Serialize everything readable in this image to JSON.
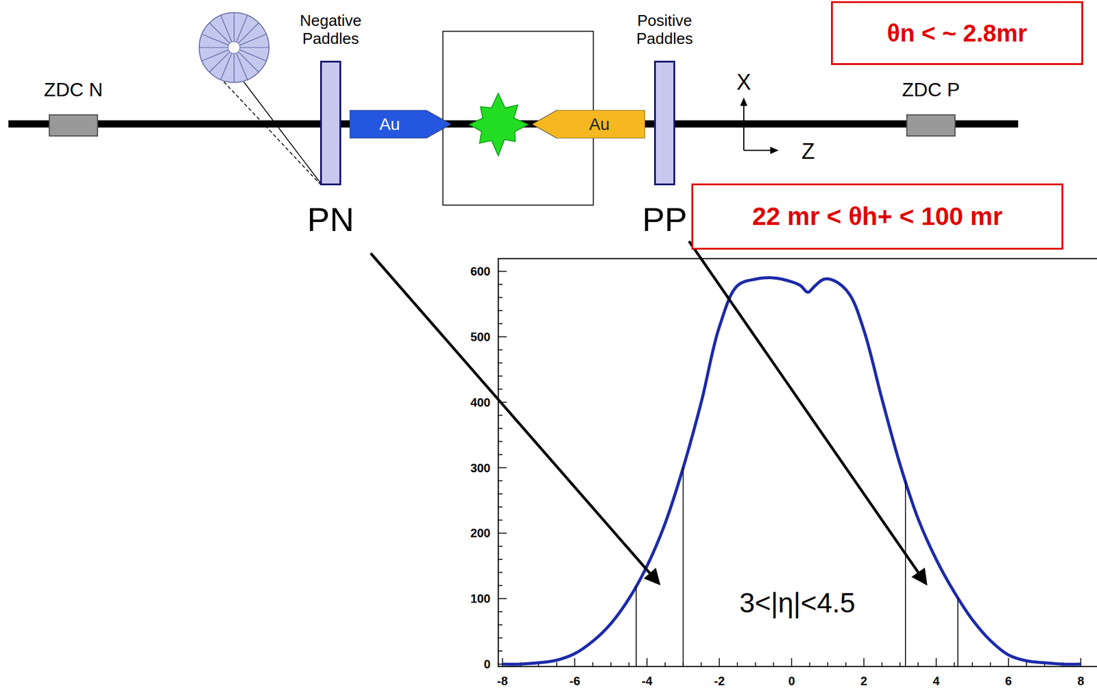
{
  "diagram": {
    "nodes": [
      {
        "text": [
          "ZDC N"
        ]
      },
      {
        "text": [
          "Negative Paddles",
          "PN"
        ]
      },
      {
        "text": [
          "Au"
        ]
      },
      {
        "text": [
          "Au"
        ]
      },
      {
        "text": [
          "Positive Paddles",
          "PP"
        ]
      },
      {
        "text": [
          "ZDC P"
        ]
      },
      {
        "text": [
          "θn < ~ 2.8mr"
        ]
      },
      {
        "text": [
          "22 mr < θh+ < 100 mr"
        ]
      }
    ],
    "labels": [
      "X",
      "Z",
      "3<|η|<4.5",
      "600",
      "500",
      "400",
      "300",
      "200",
      "100",
      "0",
      "-8",
      "-6",
      "-4",
      "-2",
      "0",
      "2",
      "4",
      "6",
      "8"
    ]
  }
}
